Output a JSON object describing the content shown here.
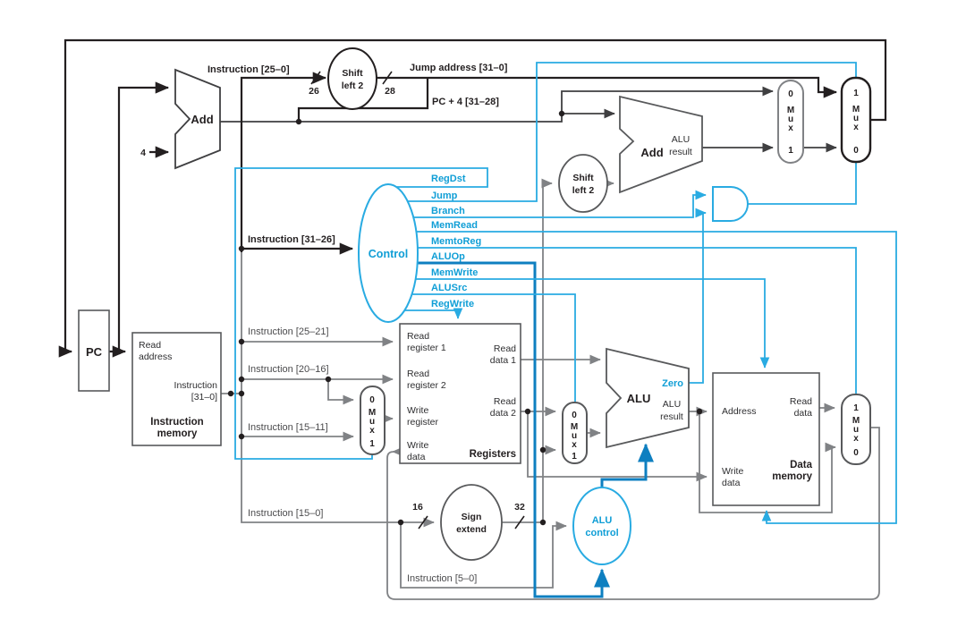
{
  "colors": {
    "cyan": "#29abe2",
    "blue": "#0e7fc0",
    "black": "#231f20",
    "gray": "#808285"
  },
  "top": {
    "instruction_25_0": "Instruction [25–0]",
    "bits26": "26",
    "bits28": "28",
    "jump_address": "Jump address [31–0]",
    "pc_plus4": "PC + 4 [31–28]",
    "four": "4"
  },
  "shift": {
    "l1": "Shift",
    "l2": "left 2"
  },
  "control": {
    "title": "Control",
    "signals": [
      "RegDst",
      "Jump",
      "Branch",
      "MemRead",
      "MemtoReg",
      "ALUOp",
      "MemWrite",
      "ALUSrc",
      "RegWrite"
    ]
  },
  "pc": {
    "label": "PC"
  },
  "imem": {
    "read": "Read",
    "address": "address",
    "inst": "Instruction",
    "bits": "[31–0]",
    "title1": "Instruction",
    "title2": "memory"
  },
  "fields": {
    "f31_26": "Instruction [31–26]",
    "f25_21": "Instruction [25–21]",
    "f20_16": "Instruction [20–16]",
    "f15_11": "Instruction [15–11]",
    "f15_0": "Instruction [15–0]",
    "f5_0": "Instruction [5–0]"
  },
  "regs": {
    "rr1a": "Read",
    "rr1b": "register 1",
    "rr2a": "Read",
    "rr2b": "register 2",
    "wra": "Write",
    "wrb": "register",
    "wda": "Write",
    "wdb": "data",
    "rd1a": "Read",
    "rd1b": "data 1",
    "rd2a": "Read",
    "rd2b": "data 2",
    "title": "Registers"
  },
  "mux": {
    "m": "M",
    "u": "u",
    "x": "x",
    "zero": "0",
    "one": "1"
  },
  "adder": {
    "add": "Add",
    "alu": "ALU",
    "result": "result"
  },
  "alu": {
    "label": "ALU",
    "zero": "Zero",
    "res1": "ALU",
    "res2": "result"
  },
  "sign": {
    "l1": "Sign",
    "l2": "extend",
    "in_bits": "16",
    "out_bits": "32"
  },
  "aluctl": {
    "l1": "ALU",
    "l2": "control"
  },
  "dmem": {
    "address": "Address",
    "rd1": "Read",
    "rd2": "data",
    "wd1": "Write",
    "wd2": "data",
    "title1": "Data",
    "title2": "memory"
  }
}
